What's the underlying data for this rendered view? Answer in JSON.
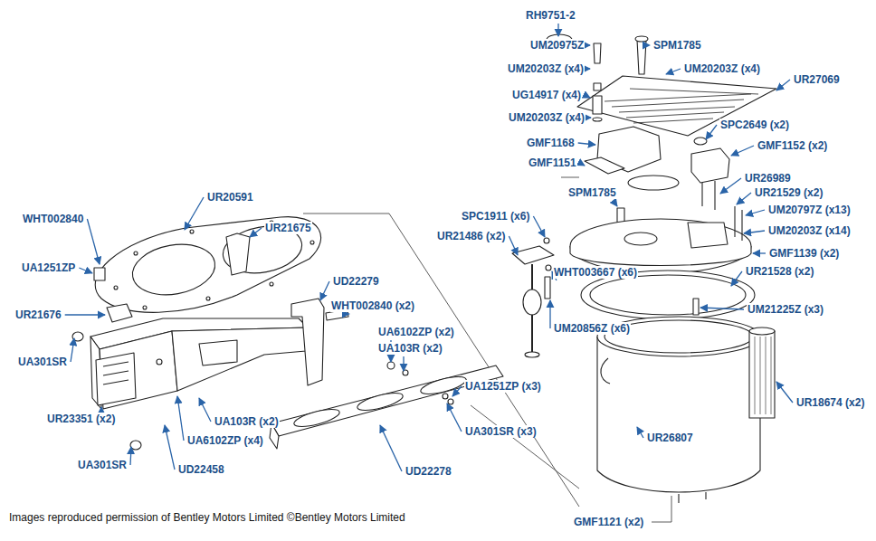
{
  "diagram": {
    "caption": "Images reproduced permission of Bentley Motors Limited ©Bentley Motors Limited",
    "labels": [
      "RH9751-2",
      "UM20975Z",
      "SPM1785",
      "UM20203Z (x4)",
      "UM20203Z (x4)",
      "UR27069",
      "UG14917 (x4)",
      "UM20203Z (x4)",
      "SPC2649 (x2)",
      "GMF1168",
      "GMF1152 (x2)",
      "GMF1151",
      "UR26989",
      "SPM1785",
      "UR21529 (x2)",
      "UM20797Z (x13)",
      "SPC1911 (x6)",
      "UR21486 (x2)",
      "UM20203Z (x14)",
      "GMF1139 (x2)",
      "WHT003667 (x6)",
      "UR21528 (x2)",
      "UM21225Z (x3)",
      "UM20856Z (x6)",
      "UR18674 (x2)",
      "UR26807",
      "GMF1121 (x2)",
      "UR20591",
      "WHT002840",
      "UR21675",
      "UA1251ZP",
      "UD22279",
      "WHT002840 (x2)",
      "UR21676",
      "UA6102ZP (x2)",
      "UA103R (x2)",
      "UA301SR",
      "UA1251ZP (x3)",
      "UR23351 (x2)",
      "UA103R (x2)",
      "UA301SR (x3)",
      "UA6102ZP (x4)",
      "UA301SR",
      "UD22458",
      "UD22278"
    ]
  }
}
